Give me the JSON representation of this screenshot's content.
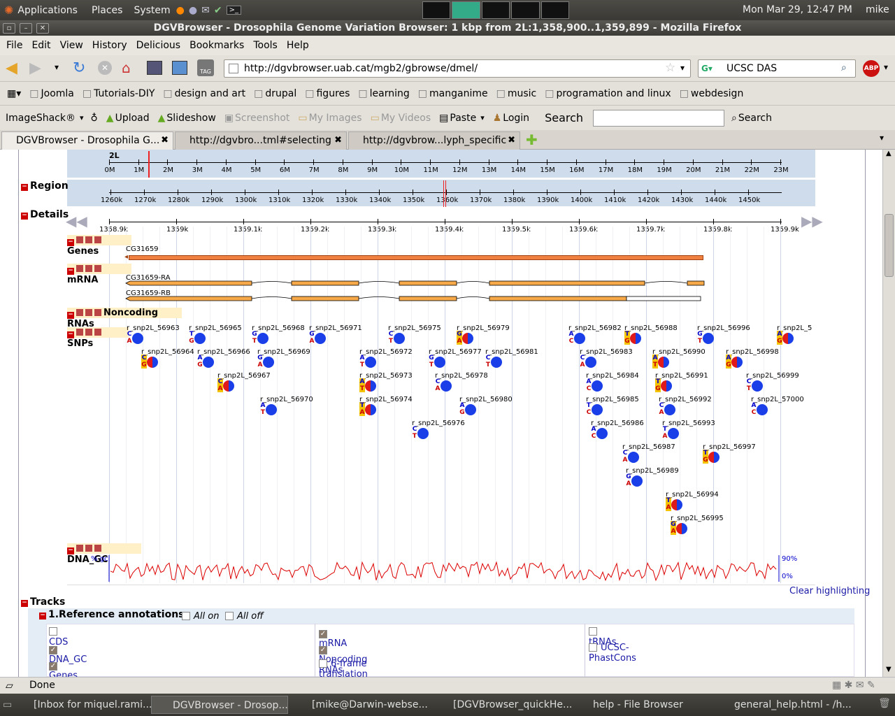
{
  "topbar": {
    "menus": [
      "Applications",
      "Places",
      "System"
    ],
    "clock": "Mon Mar 29, 12:47 PM",
    "user": "mike"
  },
  "window": {
    "title": "DGVBrowser - Drosophila Genome Variation Browser: 1 kbp from 2L:1,358,900..1,359,899 - Mozilla Firefox"
  },
  "menubar": [
    "File",
    "Edit",
    "View",
    "History",
    "Delicious",
    "Bookmarks",
    "Tools",
    "Help"
  ],
  "nav": {
    "url": "http://dgvbrowser.uab.cat/mgb2/gbrowse/dmel/",
    "search_engine": "UCSC DAS"
  },
  "bookmarks": [
    "Joomla",
    "Tutorials-DIY",
    "design and art",
    "drupal",
    "figures",
    "learning",
    "manganime",
    "music",
    "programation and linux",
    "webdesign"
  ],
  "imageshack": {
    "brand": "ImageShack®",
    "upload": "Upload",
    "slideshow": "Slideshow",
    "screenshot": "Screenshot",
    "my_images": "My Images",
    "my_videos": "My Videos",
    "paste": "Paste",
    "login": "Login",
    "search_label": "Search",
    "search_btn": "Search"
  },
  "tabs": [
    "DGVBrowser - Drosophila G...",
    "http://dgvbro...tml#selecting",
    "http://dgvbrow...lyph_specific"
  ],
  "overview": {
    "chrom": "2L",
    "ticks": [
      "0M",
      "1M",
      "2M",
      "3M",
      "4M",
      "5M",
      "6M",
      "7M",
      "8M",
      "9M",
      "10M",
      "11M",
      "12M",
      "13M",
      "14M",
      "15M",
      "16M",
      "17M",
      "18M",
      "19M",
      "20M",
      "21M",
      "22M",
      "23M"
    ]
  },
  "region": {
    "label": "Region",
    "ticks": [
      "1260k",
      "1270k",
      "1280k",
      "1290k",
      "1300k",
      "1310k",
      "1320k",
      "1330k",
      "1340k",
      "1350k",
      "1360k",
      "1370k",
      "1380k",
      "1390k",
      "1400k",
      "1410k",
      "1420k",
      "1430k",
      "1440k",
      "1450k"
    ]
  },
  "details": {
    "label": "Details",
    "ticks": [
      "1358.9k",
      "1359k",
      "1359.1k",
      "1359.2k",
      "1359.3k",
      "1359.4k",
      "1359.5k",
      "1359.6k",
      "1359.7k",
      "1359.8k",
      "1359.9k"
    ]
  },
  "tracks": {
    "genes": {
      "title": "Genes",
      "feature": "CG31659"
    },
    "mrna": {
      "title": "mRNA",
      "features": [
        "CG31659-RA",
        "CG31659-RB"
      ]
    },
    "ncrna": {
      "title": "Noncoding RNAs"
    },
    "snps": {
      "title": "SNPs"
    },
    "gc": {
      "title": "DNA_GC",
      "ylabel": "% gc",
      "max": "90%",
      "min": "0%"
    }
  },
  "snps": [
    {
      "n": "r_snp2L_56963",
      "a": "C",
      "b": "A",
      "p": false
    },
    {
      "n": "r_snp2L_56965",
      "a": "T",
      "b": "G",
      "p": false
    },
    {
      "n": "r_snp2L_56968",
      "a": "G",
      "b": "T",
      "p": false
    },
    {
      "n": "r_snp2L_56971",
      "a": "G",
      "b": "A",
      "p": false
    },
    {
      "n": "r_snp2L_56975",
      "a": "C",
      "b": "T",
      "p": false
    },
    {
      "n": "r_snp2L_56979",
      "a": "G",
      "b": "A",
      "p": true
    },
    {
      "n": "r_snp2L_56982",
      "a": "A",
      "b": "C",
      "p": false
    },
    {
      "n": "r_snp2L_56988",
      "a": "T",
      "b": "G",
      "p": true
    },
    {
      "n": "r_snp2L_56996",
      "a": "G",
      "b": "T",
      "p": false
    },
    {
      "n": "r_snp2L_5",
      "a": "A",
      "b": "G",
      "p": true
    },
    {
      "n": "r_snp2L_56964",
      "a": "C",
      "b": "G",
      "p": true
    },
    {
      "n": "r_snp2L_56966",
      "a": "A",
      "b": "G",
      "p": false
    },
    {
      "n": "r_snp2L_56969",
      "a": "G",
      "b": "A",
      "p": false
    },
    {
      "n": "r_snp2L_56972",
      "a": "A",
      "b": "T",
      "p": false
    },
    {
      "n": "r_snp2L_56977",
      "a": "G",
      "b": "T",
      "p": false
    },
    {
      "n": "r_snp2L_56981",
      "a": "C",
      "b": "T",
      "p": false
    },
    {
      "n": "r_snp2L_56983",
      "a": "C",
      "b": "A",
      "p": false
    },
    {
      "n": "r_snp2L_56990",
      "a": "A",
      "b": "T",
      "p": true
    },
    {
      "n": "r_snp2L_56998",
      "a": "A",
      "b": "G",
      "p": true
    },
    {
      "n": "r_snp2L_56967",
      "a": "C",
      "b": "A",
      "p": true
    },
    {
      "n": "r_snp2L_56973",
      "a": "A",
      "b": "T",
      "p": true
    },
    {
      "n": "r_snp2L_56978",
      "a": "C",
      "b": "A",
      "p": false
    },
    {
      "n": "r_snp2L_56984",
      "a": "A",
      "b": "C",
      "p": false
    },
    {
      "n": "r_snp2L_56991",
      "a": "T",
      "b": "G",
      "p": true
    },
    {
      "n": "r_snp2L_56999",
      "a": "C",
      "b": "T",
      "p": false
    },
    {
      "n": "r_snp2L_56970",
      "a": "A",
      "b": "T",
      "p": false
    },
    {
      "n": "r_snp2L_56974",
      "a": "T",
      "b": "A",
      "p": true
    },
    {
      "n": "r_snp2L_56980",
      "a": "A",
      "b": "G",
      "p": false
    },
    {
      "n": "r_snp2L_56985",
      "a": "T",
      "b": "C",
      "p": false
    },
    {
      "n": "r_snp2L_56992",
      "a": "C",
      "b": "A",
      "p": false
    },
    {
      "n": "r_snp2L_57000",
      "a": "A",
      "b": "C",
      "p": false
    },
    {
      "n": "r_snp2L_56976",
      "a": "C",
      "b": "T",
      "p": false
    },
    {
      "n": "r_snp2L_56986",
      "a": "A",
      "b": "C",
      "p": false
    },
    {
      "n": "r_snp2L_56993",
      "a": "T",
      "b": "A",
      "p": false
    },
    {
      "n": "r_snp2L_56987",
      "a": "C",
      "b": "A",
      "p": false
    },
    {
      "n": "r_snp2L_56997",
      "a": "T",
      "b": "G",
      "p": true
    },
    {
      "n": "r_snp2L_56989",
      "a": "G",
      "b": "A",
      "p": false
    },
    {
      "n": "r_snp2L_56994",
      "a": "T",
      "b": "A",
      "p": true
    },
    {
      "n": "r_snp2L_56995",
      "a": "G",
      "b": "A",
      "p": true
    }
  ],
  "clear_highlighting": "Clear highlighting",
  "track_panel": {
    "title": "Tracks",
    "group": "1.Reference annotations",
    "all_on": "All on",
    "all_off": "All off",
    "items": [
      {
        "label": "CDS",
        "checked": false
      },
      {
        "label": "mRNA",
        "checked": true
      },
      {
        "label": "tRNAs",
        "checked": false
      },
      {
        "label": "DNA_GC",
        "checked": true
      },
      {
        "label": "Noncoding RNAs",
        "checked": true
      },
      {
        "label": "UCSC-PhastCons",
        "checked": false
      },
      {
        "label": "Genes",
        "checked": true
      },
      {
        "label": "6-frame translation",
        "checked": false
      }
    ]
  },
  "status": "Done",
  "taskbar": [
    "[Inbox for miquel.rami...",
    "DGVBrowser - Drosop...",
    "[mike@Darwin-webse...",
    "[DGVBrowser_quickHe...",
    "help - File Browser",
    "general_help.html - /h..."
  ]
}
